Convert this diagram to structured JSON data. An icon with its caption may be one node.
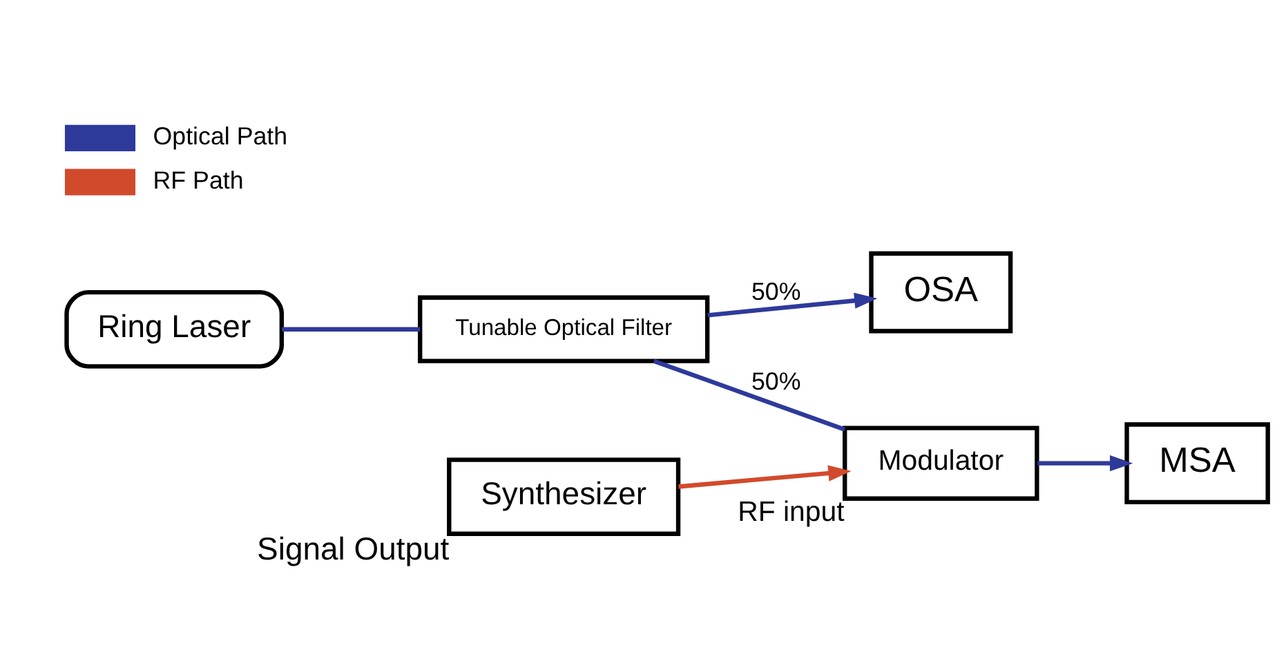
{
  "diagram": {
    "nodes": [
      {
        "text": [
          "Ring Laser"
        ]
      },
      {
        "text": [
          "Tunable Optical Filter"
        ]
      },
      {
        "text": [
          "Modulator"
        ],
        "beside": [
          "RF input"
        ]
      },
      {
        "text": [
          "Synthesizer"
        ],
        "beside": [
          "Signal Output"
        ]
      },
      {
        "text": [
          "MSA"
        ]
      },
      {
        "text": [
          "OSA"
        ]
      }
    ],
    "edges": [
      {
        "from": 0,
        "to": 1,
        "arrow": "none"
      },
      {
        "from": 1,
        "to": 2,
        "arrow": "none",
        "label": "50%"
      },
      {
        "from": 1,
        "to": 5,
        "arrow": "to",
        "label": "50%"
      },
      {
        "from": 2,
        "to": 4,
        "arrow": "to"
      },
      {
        "from": 3,
        "to": 2,
        "arrow": "to",
        "color": "#d24a2c"
      }
    ],
    "legend": [
      {
        "text": "Optical Path"
      },
      {
        "text": "RF Path"
      }
    ]
  }
}
